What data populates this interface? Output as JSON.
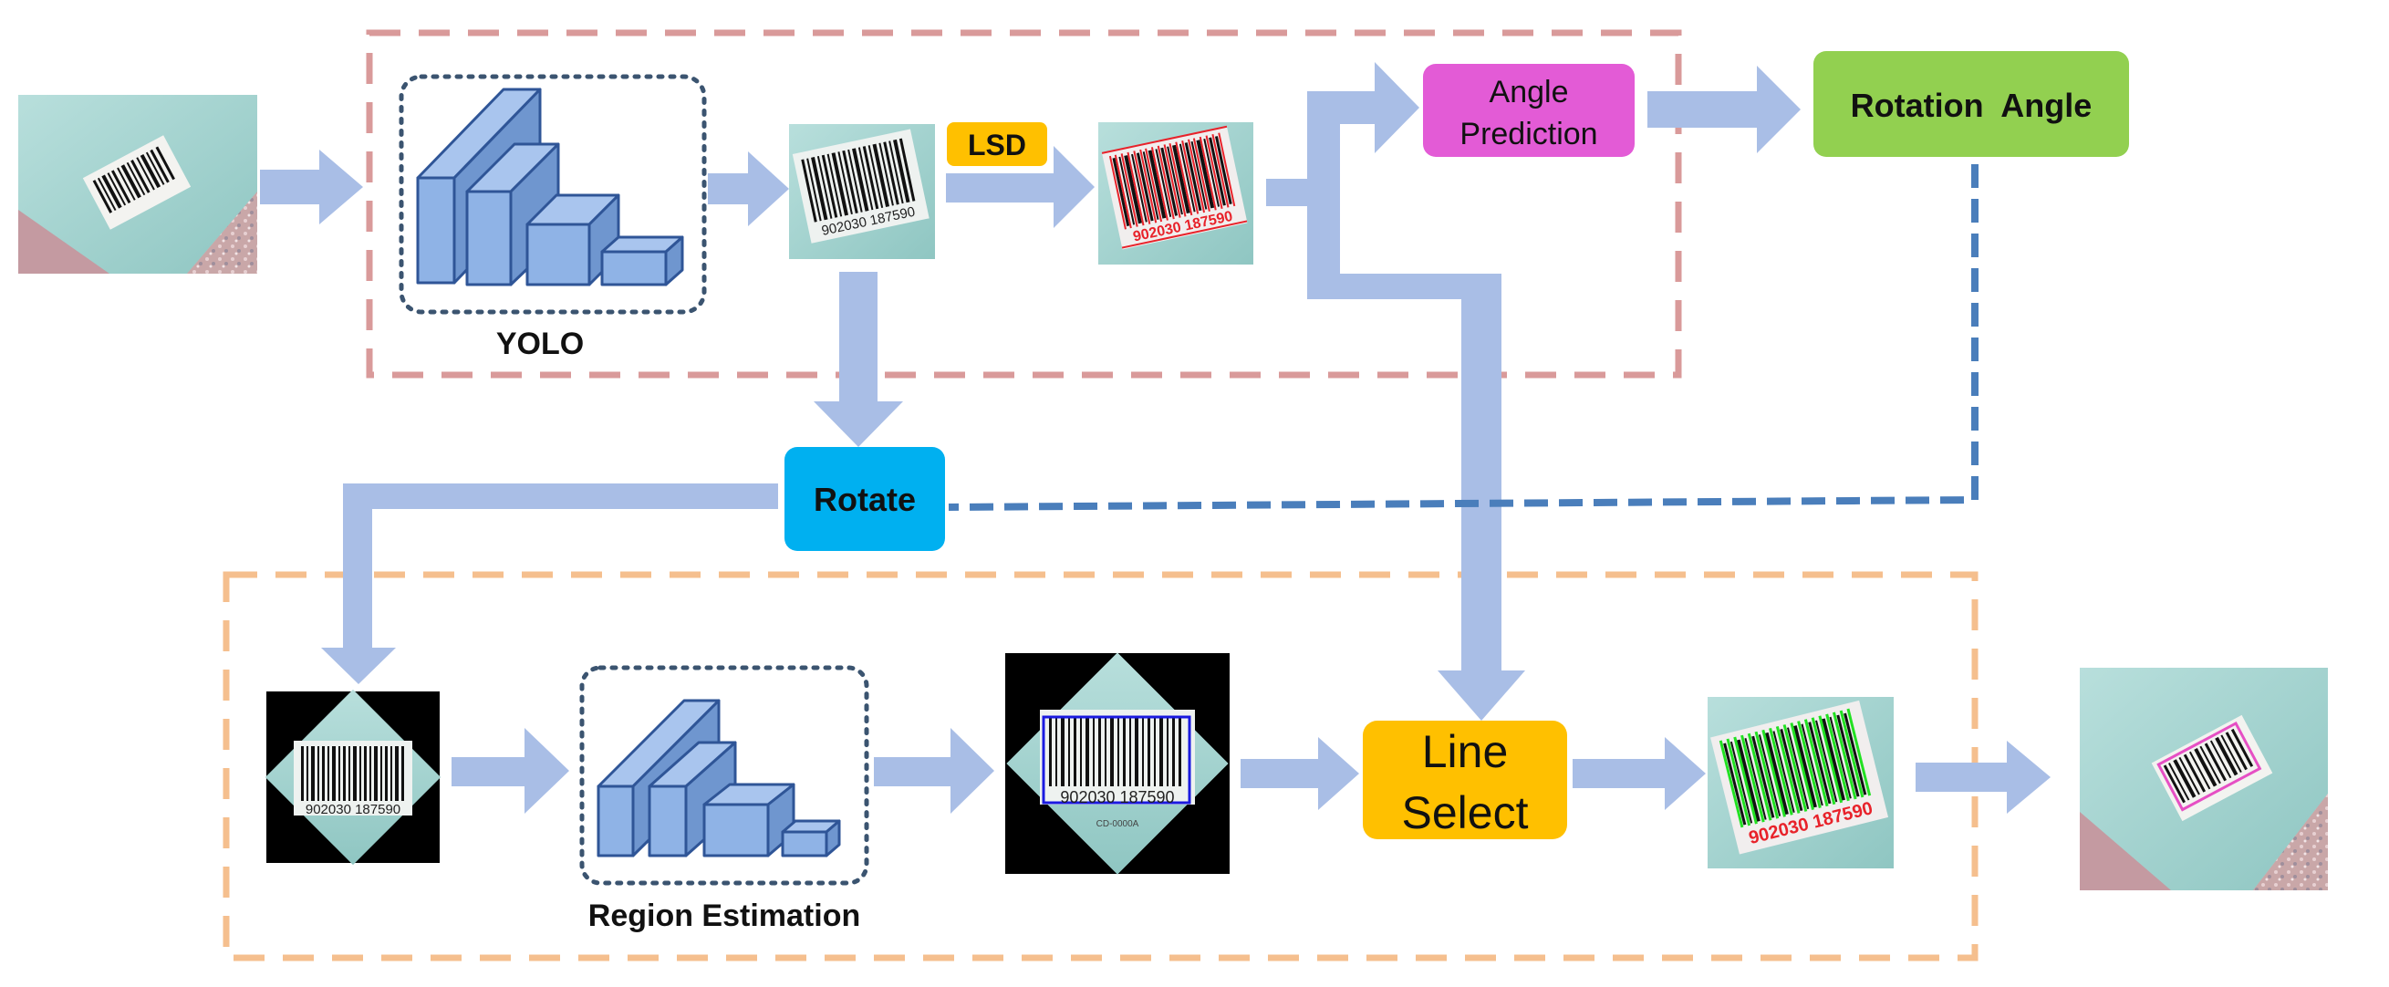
{
  "labels": {
    "yolo": "YOLO",
    "lsd": "LSD",
    "angle_prediction_line1": "Angle",
    "angle_prediction_line2": "Prediction",
    "rotation_angle": "Rotation  Angle",
    "rotate": "Rotate",
    "region_estimation": "Region Estimation",
    "line_select_line1": "Line",
    "line_select_line2": "Select"
  },
  "barcode_digits": "902030 187590",
  "barcode_small_text": "CD-0000A",
  "colors": {
    "arrow": "#a9bee6",
    "stage1_border": "#d99a9a",
    "stage2_border": "#f5bf8e",
    "dotted_border": "#3b5470",
    "block_fill": "#8fb3e6",
    "block_stroke": "#2f5597",
    "lsd_box": "#ffc000",
    "angle_box": "#e35bd6",
    "rotation_box": "#92d050",
    "rotate_box": "#00b0f0",
    "line_select_box": "#ffc000",
    "feedback_dash": "#4a7ebb",
    "red_lines": "#e8222a",
    "green_lines": "#22e122",
    "blue_box": "#1a1ae0",
    "photo_teal": "#a3d2cf"
  },
  "icons": [
    "cnn-blocks-icon",
    "barcode-photo",
    "barcode-crop"
  ]
}
